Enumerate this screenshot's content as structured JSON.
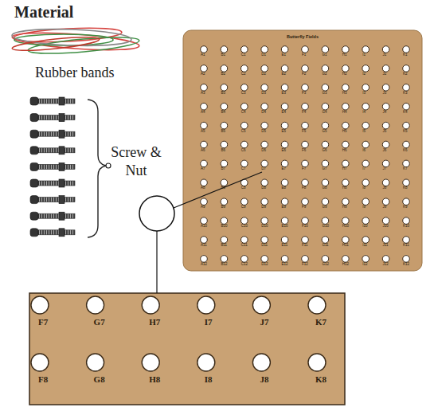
{
  "diagram": {
    "title": "Material",
    "nodes": [
      {
        "text": [
          "Butterfly Fields",
          "A1",
          "B1",
          "C1",
          "D1",
          "E1",
          "F1",
          "G1",
          "H1",
          "I1",
          "J1",
          "K1",
          "A2",
          "B2",
          "C2",
          "D2",
          "E2",
          "F2",
          "G2",
          "H2",
          "I2",
          "J2",
          "K2",
          "A3",
          "B3",
          "C3",
          "D3",
          "E3",
          "F3",
          "G3",
          "H3",
          "I3",
          "J3",
          "K3",
          "A4",
          "B4",
          "C4",
          "D4",
          "E4",
          "F4",
          "G4",
          "H4",
          "I4",
          "J4",
          "K4",
          "A5",
          "B5",
          "C5",
          "D5",
          "E5",
          "F5",
          "G5",
          "H5",
          "I5",
          "J5",
          "K5",
          "A6",
          "B6",
          "C6",
          "D6",
          "E6",
          "F6",
          "G6",
          "H6",
          "I6",
          "J6",
          "K6",
          "A7",
          "B7",
          "C7",
          "D7",
          "E7",
          "F7",
          "G7",
          "H7",
          "I7",
          "J7",
          "K7",
          "A8",
          "B8",
          "C8",
          "D8",
          "E8",
          "F8",
          "G8",
          "H8",
          "I8",
          "J8",
          "K8",
          "A9",
          "B9",
          "C9",
          "D9",
          "E9",
          "F9",
          "G9",
          "H9",
          "I9",
          "J9",
          "K9",
          "A10",
          "B10",
          "C10",
          "D10",
          "E10",
          "F10",
          "G10",
          "H10",
          "I10",
          "J10",
          "K10",
          "A11",
          "B11",
          "C11",
          "D11",
          "E11",
          "F11",
          "G11",
          "H11",
          "I11",
          "J11",
          "K11",
          "A12",
          "B12",
          "C12",
          "D12",
          "E12",
          "F12",
          "G12",
          "H12",
          "I12",
          "J12",
          "K12"
        ]
      },
      {
        "text": [
          "F7",
          "G7",
          "H7",
          "I7",
          "J7",
          "K7",
          "F8",
          "G8",
          "H8",
          "I8",
          "J8",
          "K8"
        ]
      }
    ],
    "labels": [
      "Rubber bands",
      "Screw & Nut"
    ]
  }
}
